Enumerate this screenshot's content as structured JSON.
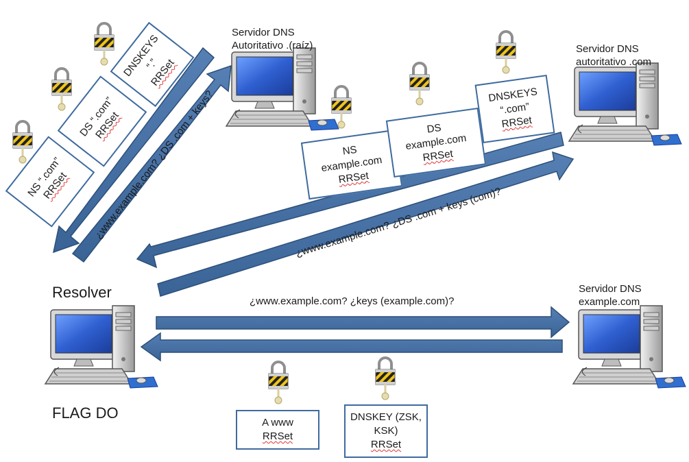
{
  "servers": {
    "root_label_line1": "Servidor DNS",
    "root_label_line2": "Autoritativo .(raíz)",
    "com_label_line1": "Servidor DNS",
    "com_label_line2": "autoritativo .com",
    "example_label_line1": "Servidor DNS",
    "example_label_line2": "example.com"
  },
  "resolver": {
    "title": "Resolver",
    "flag": "FLAG DO"
  },
  "queries": {
    "to_root": "¿www.example.com? ¿DS .com + keys?",
    "to_com": "¿www.example.com?  ¿DS .com + keys (com)?",
    "to_example": "¿www.example.com?  ¿keys (example.com)?"
  },
  "root_boxes": [
    {
      "line1": "DNSKEYS",
      "line2": "“.”",
      "line3": "RRSet"
    },
    {
      "line1": "DS “.com”",
      "line2": "RRSet"
    },
    {
      "line1": "NS “.com”",
      "line2": "RRSet"
    }
  ],
  "com_boxes": [
    {
      "line1": "NS",
      "line2": "example.com",
      "line3": "RRSet"
    },
    {
      "line1": "DS",
      "line2": "example.com",
      "line3": "RRSet"
    },
    {
      "line1": "DNSKEYS",
      "line2": "“.com”",
      "line3": "RRSet"
    }
  ],
  "example_boxes": [
    {
      "line1": "A www",
      "line2": "RRSet"
    },
    {
      "line1": "DNSKEY (ZSK,",
      "line2": "KSK)",
      "line3": "RRSet"
    }
  ],
  "colors": {
    "arrow": "#3e6a9e",
    "arrow_edge": "#2c4f78",
    "box_border": "#3e6a9e",
    "screen": "#2f5fd0"
  },
  "icons": [
    "computer-icon",
    "padlock-icon",
    "key-icon"
  ]
}
